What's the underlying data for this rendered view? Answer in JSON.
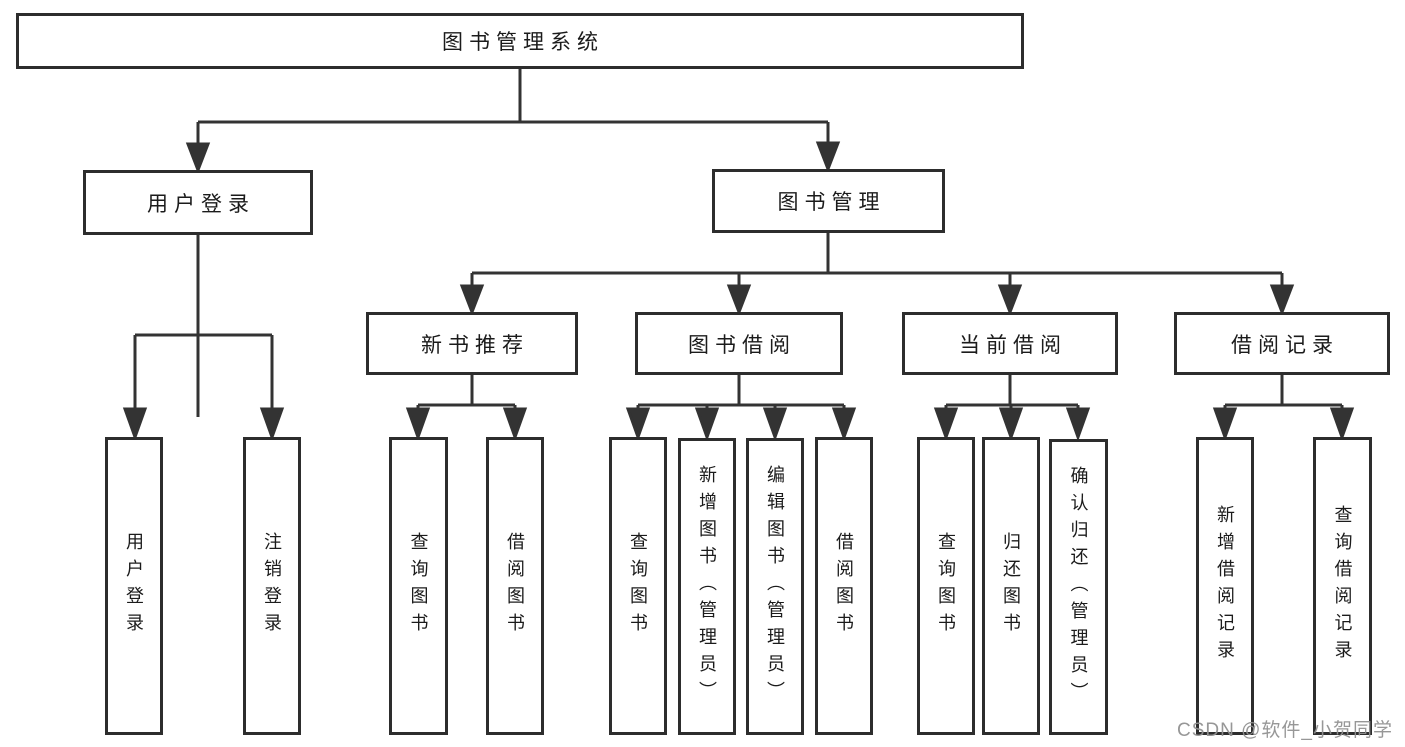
{
  "diagram": {
    "root": {
      "label": "图书管理系统"
    },
    "branches": [
      {
        "label": "用户登录",
        "children": [
          "用户登录",
          "注销登录"
        ]
      },
      {
        "label": "图书管理",
        "sections": [
          {
            "label": "新书推荐",
            "children": [
              "查询图书",
              "借阅图书"
            ]
          },
          {
            "label": "图书借阅",
            "children": [
              "查询图书",
              "新增图书（管理员）",
              "编辑图书（管理员）",
              "借阅图书"
            ]
          },
          {
            "label": "当前借阅",
            "children": [
              "查询图书",
              "归还图书",
              "确认归还（管理员）"
            ]
          },
          {
            "label": "借阅记录",
            "children": [
              "新增借阅记录",
              "查询借阅记录"
            ]
          }
        ]
      }
    ],
    "watermark": "CSDN @软件_小贺同学",
    "colors": {
      "line": "#333333",
      "node_border": "#2d2d2d",
      "text": "#1b1b1b",
      "background": "#ffffff",
      "watermark": "#919191"
    }
  }
}
